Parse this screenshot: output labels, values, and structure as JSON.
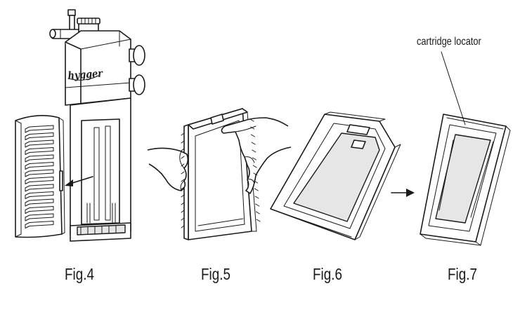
{
  "figures": [
    {
      "id": "fig4",
      "caption": "Fig.4"
    },
    {
      "id": "fig5",
      "caption": "Fig.5"
    },
    {
      "id": "fig6",
      "caption": "Fig.6"
    },
    {
      "id": "fig7",
      "caption": "Fig.7"
    }
  ],
  "callout": {
    "label": "cartridge locator"
  },
  "brand": {
    "logo_text": "hygger"
  },
  "colors": {
    "ink": "#1a1a1a",
    "paper": "#ffffff",
    "shade": "#e6e6e6"
  }
}
